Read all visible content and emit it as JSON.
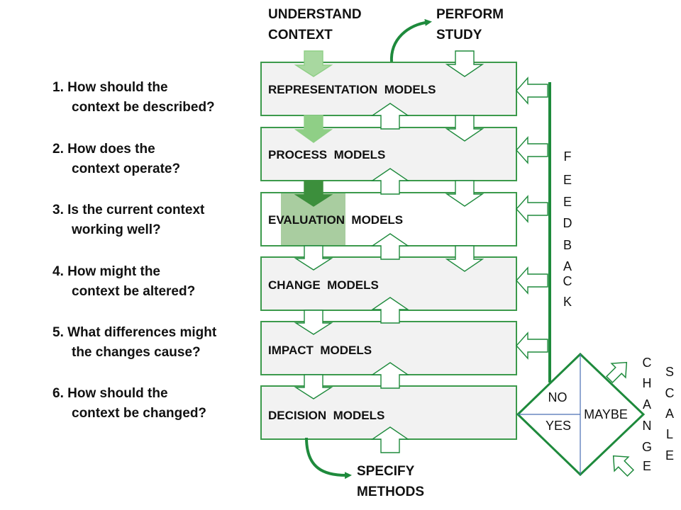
{
  "top": {
    "understand_l1": "UNDERSTAND",
    "understand_l2": "CONTEXT",
    "perform_l1": "PERFORM",
    "perform_l2": "STUDY"
  },
  "models": [
    "REPRESENTATION  MODELS",
    "PROCESS  MODELS",
    "EVALUATION  MODELS",
    "CHANGE  MODELS",
    "IMPACT  MODELS",
    "DECISION  MODELS"
  ],
  "questions": [
    {
      "l1": "1. How should the",
      "l2": "context be described?"
    },
    {
      "l1": "2.  How does the",
      "l2": "context operate?"
    },
    {
      "l1": "3.  Is the current context",
      "l2": "working well?"
    },
    {
      "l1": "4.  How might the",
      "l2": "context be altered?"
    },
    {
      "l1": "5.  What differences might",
      "l2": "the changes cause?"
    },
    {
      "l1": "6.  How should the",
      "l2": "context be changed?"
    }
  ],
  "feedback_letters": [
    "F",
    "E",
    "E",
    "D",
    "B",
    "A",
    "C",
    "K"
  ],
  "diamond": {
    "no": "NO",
    "yes": "YES",
    "maybe": "MAYBE"
  },
  "change_letters": [
    "C",
    "H",
    "A",
    "N",
    "G",
    "E"
  ],
  "scale_letters": [
    "S",
    "C",
    "A",
    "L",
    "E"
  ],
  "bottom": {
    "specify_l1": "SPECIFY",
    "specify_l2": "METHODS"
  },
  "colors": {
    "green": "#1e8a3c",
    "light_green": "#a8d8a0",
    "mid_green": "#8fcf86",
    "dark_green": "#3c8f3c",
    "highlight": "#a9cda0",
    "box_fill": "#f2f2f2",
    "blue_line": "#4a6fb5"
  }
}
